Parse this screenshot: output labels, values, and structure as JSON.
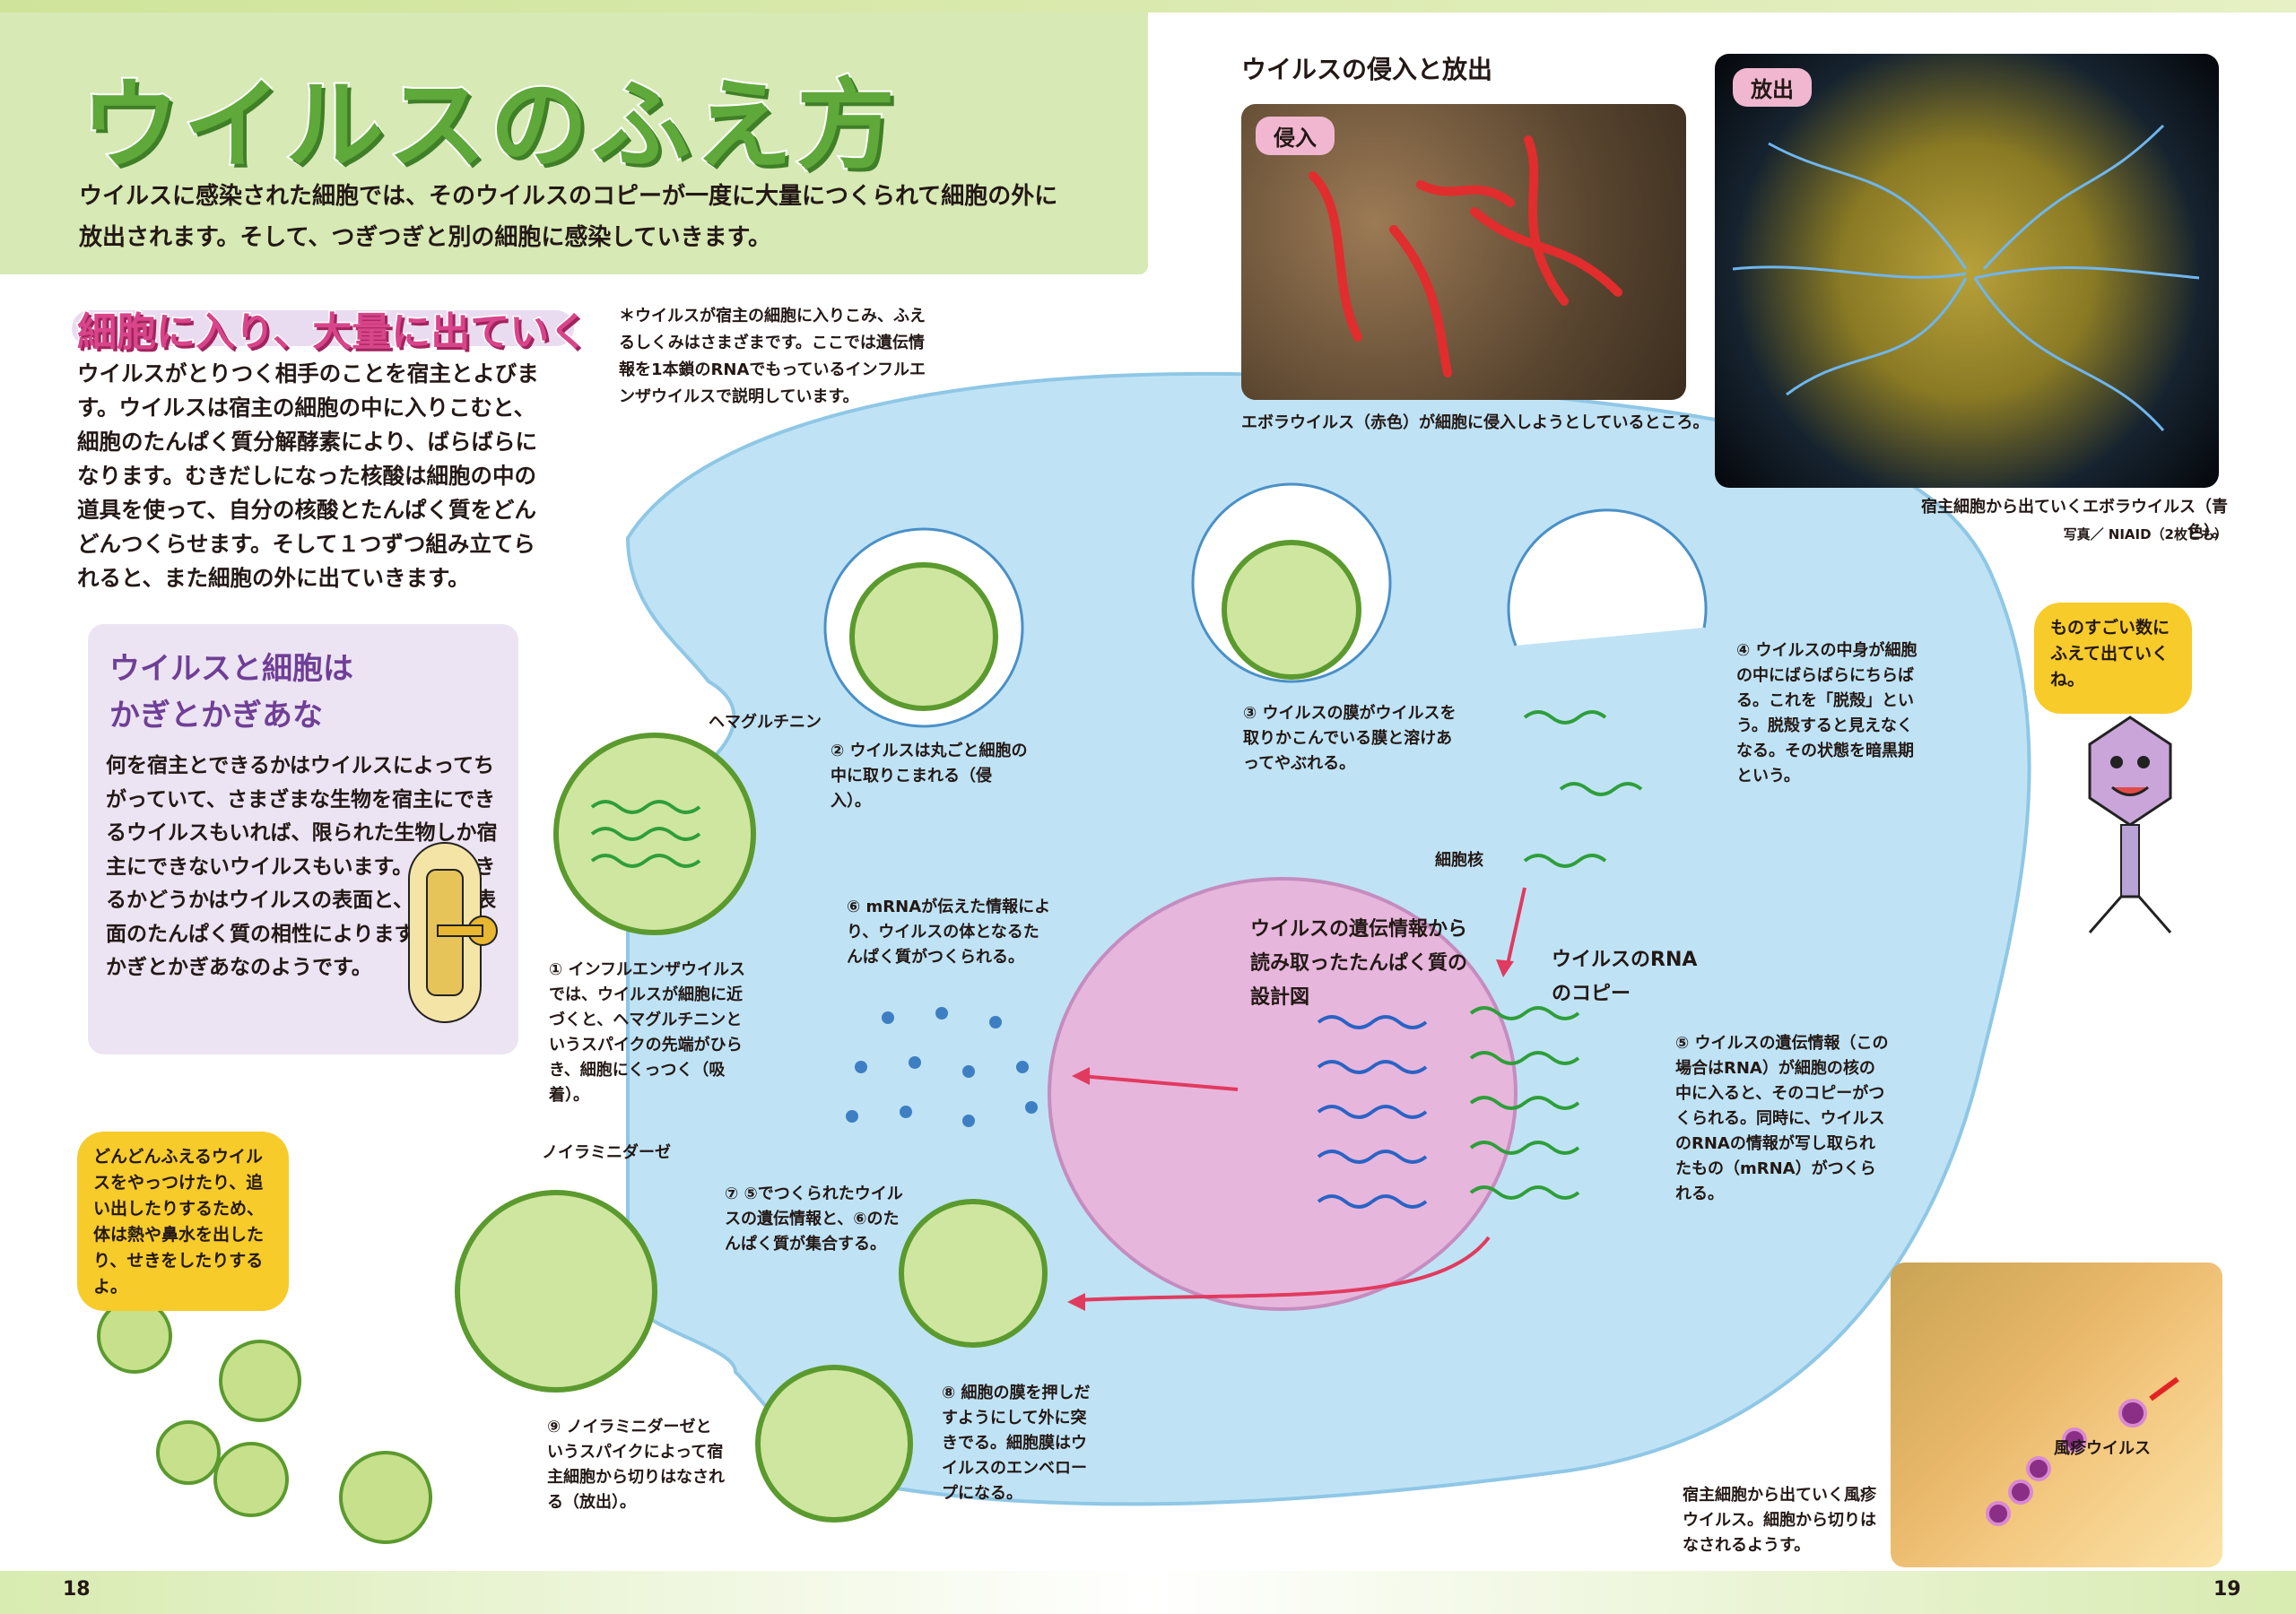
{
  "header": {
    "title": "ウイルスのふえ方",
    "lead": "ウイルスに感染された細胞では、そのウイルスのコピーが一度に大量につくられて細胞の外に放出されます。そして、つぎつぎと別の細胞に感染していきます。"
  },
  "section": {
    "title": "細胞に入り、大量に出ていく",
    "body": "ウイルスがとりつく相手のことを宿主とよびます。ウイルスは宿主の細胞の中に入りこむと、細胞のたんぱく質分解酵素により、ばらばらになります。むきだしになった核酸は細胞の中の道具を使って、自分の核酸とたんぱく質をどんどんつくらせます。そして１つずつ組み立てられると、また細胞の外に出ていきます。"
  },
  "note": "＊ウイルスが宿主の細胞に入りこみ、ふえるしくみはさまざまです。ここでは遺伝情報を1本鎖のRNAでもっているインフルエンザウイルスで説明しています。",
  "keybox": {
    "title_line1": "ウイルスと細胞は",
    "title_line2": "かぎとかぎあな",
    "text": "何を宿主とできるかはウイルスによってちがっていて、さまざまな生物を宿主にできるウイルスもいれば、限られた生物しか宿主にできないウイルスもいます。感染できるかどうかはウイルスの表面と、細胞の表面のたんぱく質の相性によります。まるでかぎとかぎあなのようです。"
  },
  "bubbles": {
    "left": "どんどんふえるウイルスをやっつけたり、追い出したりするため、体は熱や鼻水を出したり、せきをしたりするよ。",
    "right": "ものすごい数にふえて出ていくね。"
  },
  "photos": {
    "title": "ウイルスの侵入と放出",
    "tag_entry": "侵入",
    "tag_release": "放出",
    "caption_entry": "エボラウイルス（赤色）が細胞に侵入しようとしているところ。",
    "caption_release": "宿主細胞から出ていくエボラウイルス（青色）。",
    "credit": "写真／ NIAID（2枚とも）",
    "caption_rubella": "宿主細胞から出ていく風疹ウイルス。細胞から切りはなされるようす。",
    "rubella_label": "風疹ウイルス"
  },
  "diagram": {
    "hemagglutinin": "ヘマグルチニン",
    "neuraminidase": "ノイラミニダーゼ",
    "nucleus": "細胞核",
    "blueprint_line1": "ウイルスの遺伝情報から",
    "blueprint_line2": "読み取ったたんぱく質の",
    "blueprint_line3": "設計図",
    "rna_copy_line1": "ウイルスのRNA",
    "rna_copy_line2": "のコピー",
    "step1": "① インフルエンザウイルスでは、ウイルスが細胞に近づくと、ヘマグルチニンというスパイクの先端がひらき、細胞にくっつく（吸着）。",
    "step2": "② ウイルスは丸ごと細胞の中に取りこまれる（侵入）。",
    "step3": "③ ウイルスの膜がウイルスを取りかこんでいる膜と溶けあってやぶれる。",
    "step4": "④ ウイルスの中身が細胞の中にばらばらにちらばる。これを「脱殻」という。脱殻すると見えなくなる。その状態を暗黒期という。",
    "step5": "⑤ ウイルスの遺伝情報（この場合はRNA）が細胞の核の中に入ると、そのコピーがつくられる。同時に、ウイルスのRNAの情報が写し取られたもの（mRNA）がつくられる。",
    "step6": "⑥ mRNAが伝えた情報により、ウイルスの体となるたんぱく質がつくられる。",
    "step7": "⑦ ⑤でつくられたウイルスの遺伝情報と、⑥のたんぱく質が集合する。",
    "step8": "⑧ 細胞の膜を押しだすようにして外に突きでる。細胞膜はウイルスのエンベロープになる。",
    "step9": "⑨ ノイラミニダーゼというスパイクによって宿主細胞から切りはなされる（放出）。"
  },
  "pages": {
    "left": "18",
    "right": "19"
  },
  "colors": {
    "title_green": "#5fa83a",
    "cell_blue": "#bfe3f5",
    "nucleus_pink": "#e7b6dc",
    "virus_green": "#cfe6a0",
    "accent_pink": "#d8458a",
    "bubble_yellow": "#f7cb2a"
  }
}
